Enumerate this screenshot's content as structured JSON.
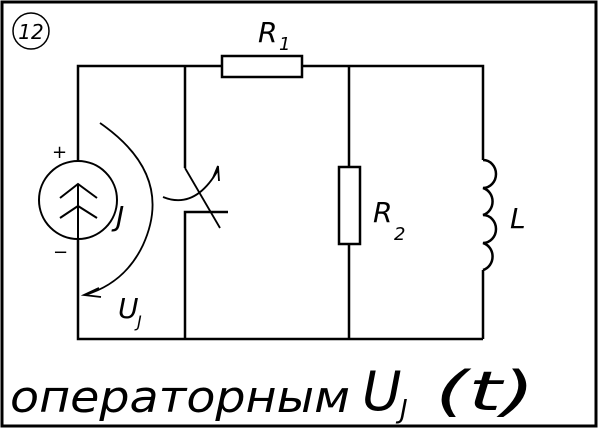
{
  "problem_number": "12",
  "labels": {
    "r1": "R",
    "r1_sub": "1",
    "r2": "R",
    "r2_sub": "2",
    "inductor": "L",
    "source": "J",
    "source_plus": "+",
    "source_minus": "−",
    "voltage": "U",
    "voltage_sub": "J"
  },
  "caption": {
    "text": "операторным",
    "symbol": "U",
    "symbol_sub": "J",
    "argument": "(t)"
  },
  "colors": {
    "stroke": "#000000",
    "background": "#ffffff"
  }
}
